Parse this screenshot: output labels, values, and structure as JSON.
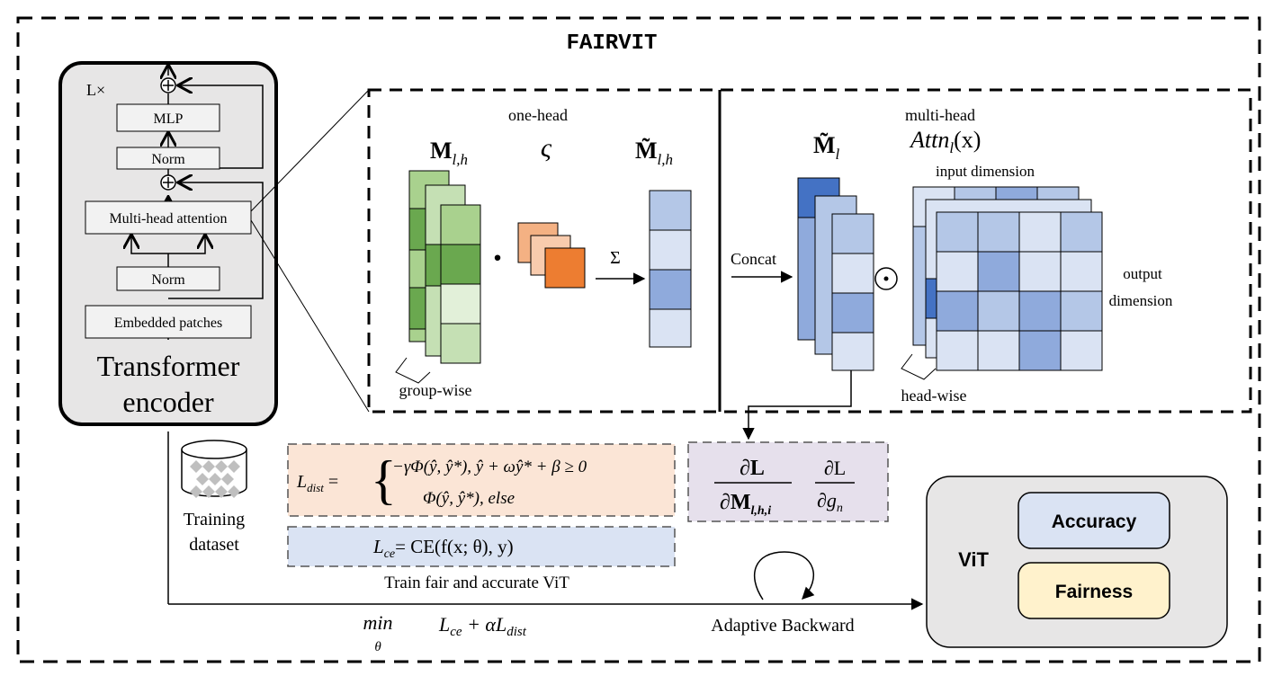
{
  "title": "FAIRVIT",
  "encoder": {
    "repeat": "L×",
    "blocks": {
      "mlp": "MLP",
      "norm_top": "Norm",
      "mha": "Multi-head attention",
      "norm_bottom": "Norm",
      "embed": "Embedded patches"
    },
    "label_line1": "Transformer",
    "label_line2": "encoder"
  },
  "one_head": {
    "title": "one-head",
    "m_main": "M",
    "m_sub": "l,h",
    "sigma": "ς",
    "m_tilde_main": "M̃",
    "m_tilde_sub": "l,h",
    "sum": "Σ",
    "dot": "·",
    "group_wise": "group-wise",
    "colors": {
      "green_dark": "#6aa84f",
      "green_mid": "#a9d18e",
      "green_light": "#e2f0d9",
      "orange_dark": "#ed7d31",
      "orange_light": "#f4b183",
      "blue_1": "#b4c7e7",
      "blue_2": "#dae3f3",
      "blue_3": "#8faadc"
    }
  },
  "multi_head": {
    "title": "multi-head",
    "m_tilde_main": "M̃",
    "m_tilde_sub": "l",
    "attn_main": "Attn",
    "attn_sub": "l",
    "attn_arg": "(x)",
    "input_dim": "input dimension",
    "output_dim_1": "output",
    "output_dim_2": "dimension",
    "concat": "Concat",
    "odot": "⊙",
    "head_wise": "head-wise",
    "colors": {
      "blue_deep": "#4472c4",
      "blue_mid": "#8faadc",
      "blue_light": "#b4c7e7",
      "blue_pale": "#dae3f3"
    }
  },
  "training": {
    "dataset_line1": "Training",
    "dataset_line2": "dataset",
    "l_dist_lhs": "L",
    "l_dist_sub": "dist",
    "case1": "−γΦ(ŷ, ŷ*),   ŷ + ωŷ* + β ≥ 0",
    "case2": "Φ(ŷ, ŷ*),   else",
    "l_ce_lhs": "L",
    "l_ce_sub": "ce",
    "l_ce_rhs": "= CE(f(x; θ), y)",
    "caption": "Train fair and accurate ViT",
    "grad_num": "∂L",
    "grad_den1": "∂M",
    "grad_den1_sub": "l,h,i",
    "grad_den2": "∂g",
    "grad_den2_sub": "n",
    "objective_min": "min",
    "objective_theta": "θ",
    "objective_expr": "L",
    "objective_sub1": "ce",
    "objective_plus": " + αL",
    "objective_sub2": "dist",
    "adaptive": "Adaptive Backward",
    "colors": {
      "dist_bg": "#fbe5d6",
      "ce_bg": "#dae3f3",
      "grad_bg": "#e6e0ec",
      "vit_bg": "#e7e6e6",
      "acc_bg": "#dae3f3",
      "fair_bg": "#fff2cc"
    }
  },
  "vit": {
    "label": "ViT",
    "accuracy": "Accuracy",
    "fairness": "Fairness"
  }
}
